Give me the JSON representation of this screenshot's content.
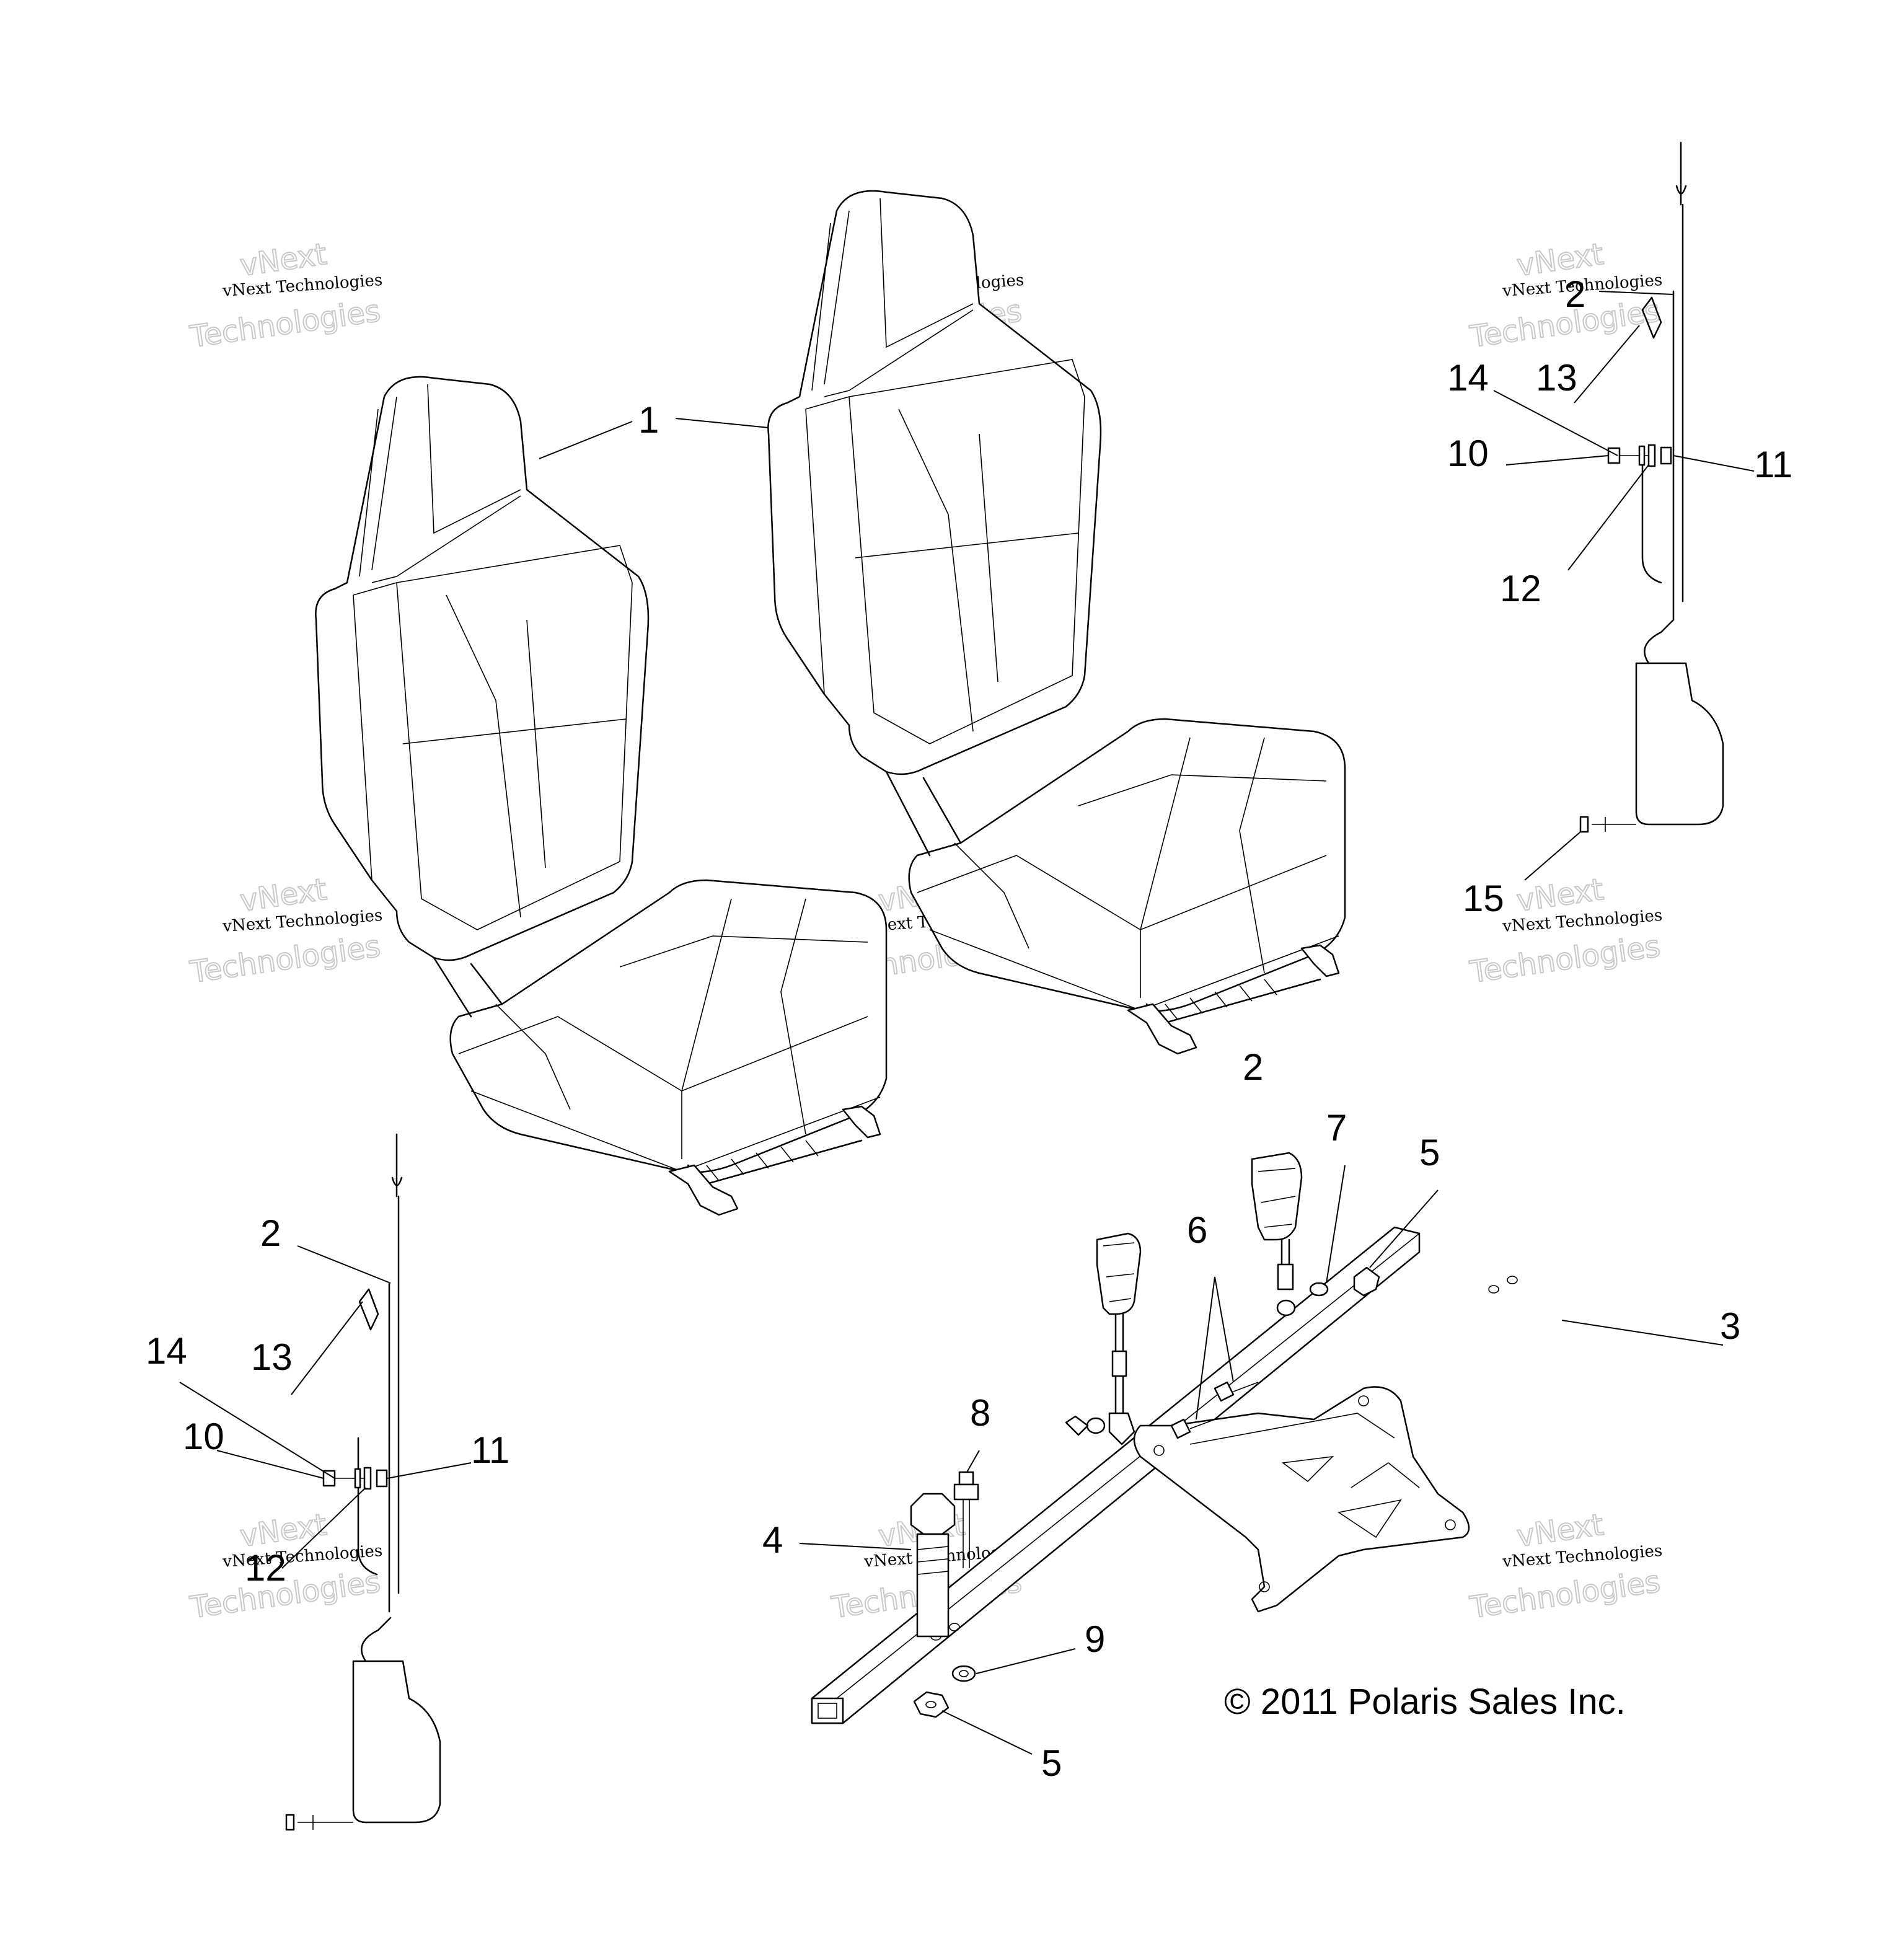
{
  "copyright": "© 2011 Polaris Sales Inc.",
  "watermark": {
    "small": "vNext Technologies",
    "big_top": "vNext",
    "big_bottom": "Technologies"
  },
  "callouts": [
    {
      "id": "seat-a",
      "label": "1"
    },
    {
      "id": "belt-upper-right",
      "label": "2"
    },
    {
      "id": "belt-14-right",
      "label": "14"
    },
    {
      "id": "belt-13-right",
      "label": "13"
    },
    {
      "id": "belt-10-right",
      "label": "10"
    },
    {
      "id": "belt-11-right",
      "label": "11"
    },
    {
      "id": "belt-12-right",
      "label": "12"
    },
    {
      "id": "belt-15-right",
      "label": "15"
    },
    {
      "id": "buckle-2",
      "label": "2"
    },
    {
      "id": "washer-7",
      "label": "7"
    },
    {
      "id": "nut-5-top",
      "label": "5"
    },
    {
      "id": "bolt-6",
      "label": "6"
    },
    {
      "id": "crossbar-3",
      "label": "3"
    },
    {
      "id": "grease-8",
      "label": "8"
    },
    {
      "id": "bolt-4",
      "label": "4"
    },
    {
      "id": "washer-9",
      "label": "9"
    },
    {
      "id": "nut-5-bottom",
      "label": "5"
    },
    {
      "id": "belt-2-left",
      "label": "2"
    },
    {
      "id": "belt-14-left",
      "label": "14"
    },
    {
      "id": "belt-13-left",
      "label": "13"
    },
    {
      "id": "belt-10-left",
      "label": "10"
    },
    {
      "id": "belt-11-left",
      "label": "11"
    },
    {
      "id": "belt-12-left",
      "label": "12"
    }
  ]
}
